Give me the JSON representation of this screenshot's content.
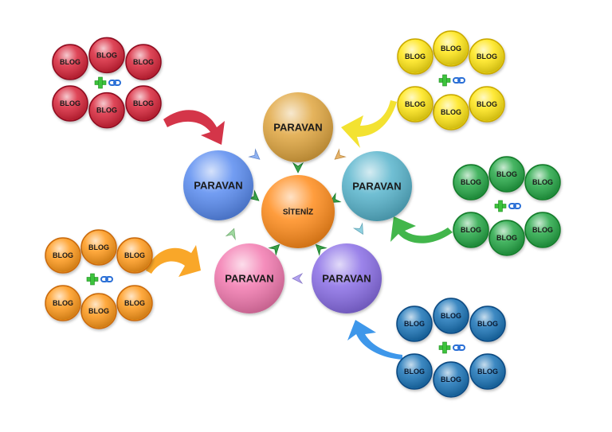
{
  "center": {
    "label": "SİTENİZ",
    "color": "#ff8c1a"
  },
  "paravans": [
    {
      "label": "PARAVAN",
      "color": "#e0a640"
    },
    {
      "label": "PARAVAN",
      "color": "#5a8cf0"
    },
    {
      "label": "PARAVAN",
      "color": "#58b4cc"
    },
    {
      "label": "PARAVAN",
      "color": "#f37ab0"
    },
    {
      "label": "PARAVAN",
      "color": "#8a6ee6"
    }
  ],
  "blog_clusters": [
    {
      "color": "red",
      "fill": "#d9263a",
      "labels": [
        "BLOG",
        "BLOG",
        "BLOG",
        "BLOG",
        "BLOG",
        "BLOG"
      ]
    },
    {
      "color": "yellow",
      "fill": "#ffe619",
      "labels": [
        "BLOG",
        "BLOG",
        "BLOG",
        "BLOG",
        "BLOG",
        "BLOG"
      ]
    },
    {
      "color": "green",
      "fill": "#25a847",
      "labels": [
        "BLOG",
        "BLOG",
        "BLOG",
        "BLOG",
        "BLOG",
        "BLOG"
      ]
    },
    {
      "color": "orange",
      "fill": "#ff9a1f",
      "labels": [
        "BLOG",
        "BLOG",
        "BLOG",
        "BLOG",
        "BLOG",
        "BLOG"
      ]
    },
    {
      "color": "blue",
      "fill": "#1f74b8",
      "labels": [
        "BLOG",
        "BLOG",
        "BLOG",
        "BLOG",
        "BLOG",
        "BLOG"
      ]
    }
  ],
  "icons": {
    "plus": "plus-icon",
    "link": "link-icon"
  }
}
